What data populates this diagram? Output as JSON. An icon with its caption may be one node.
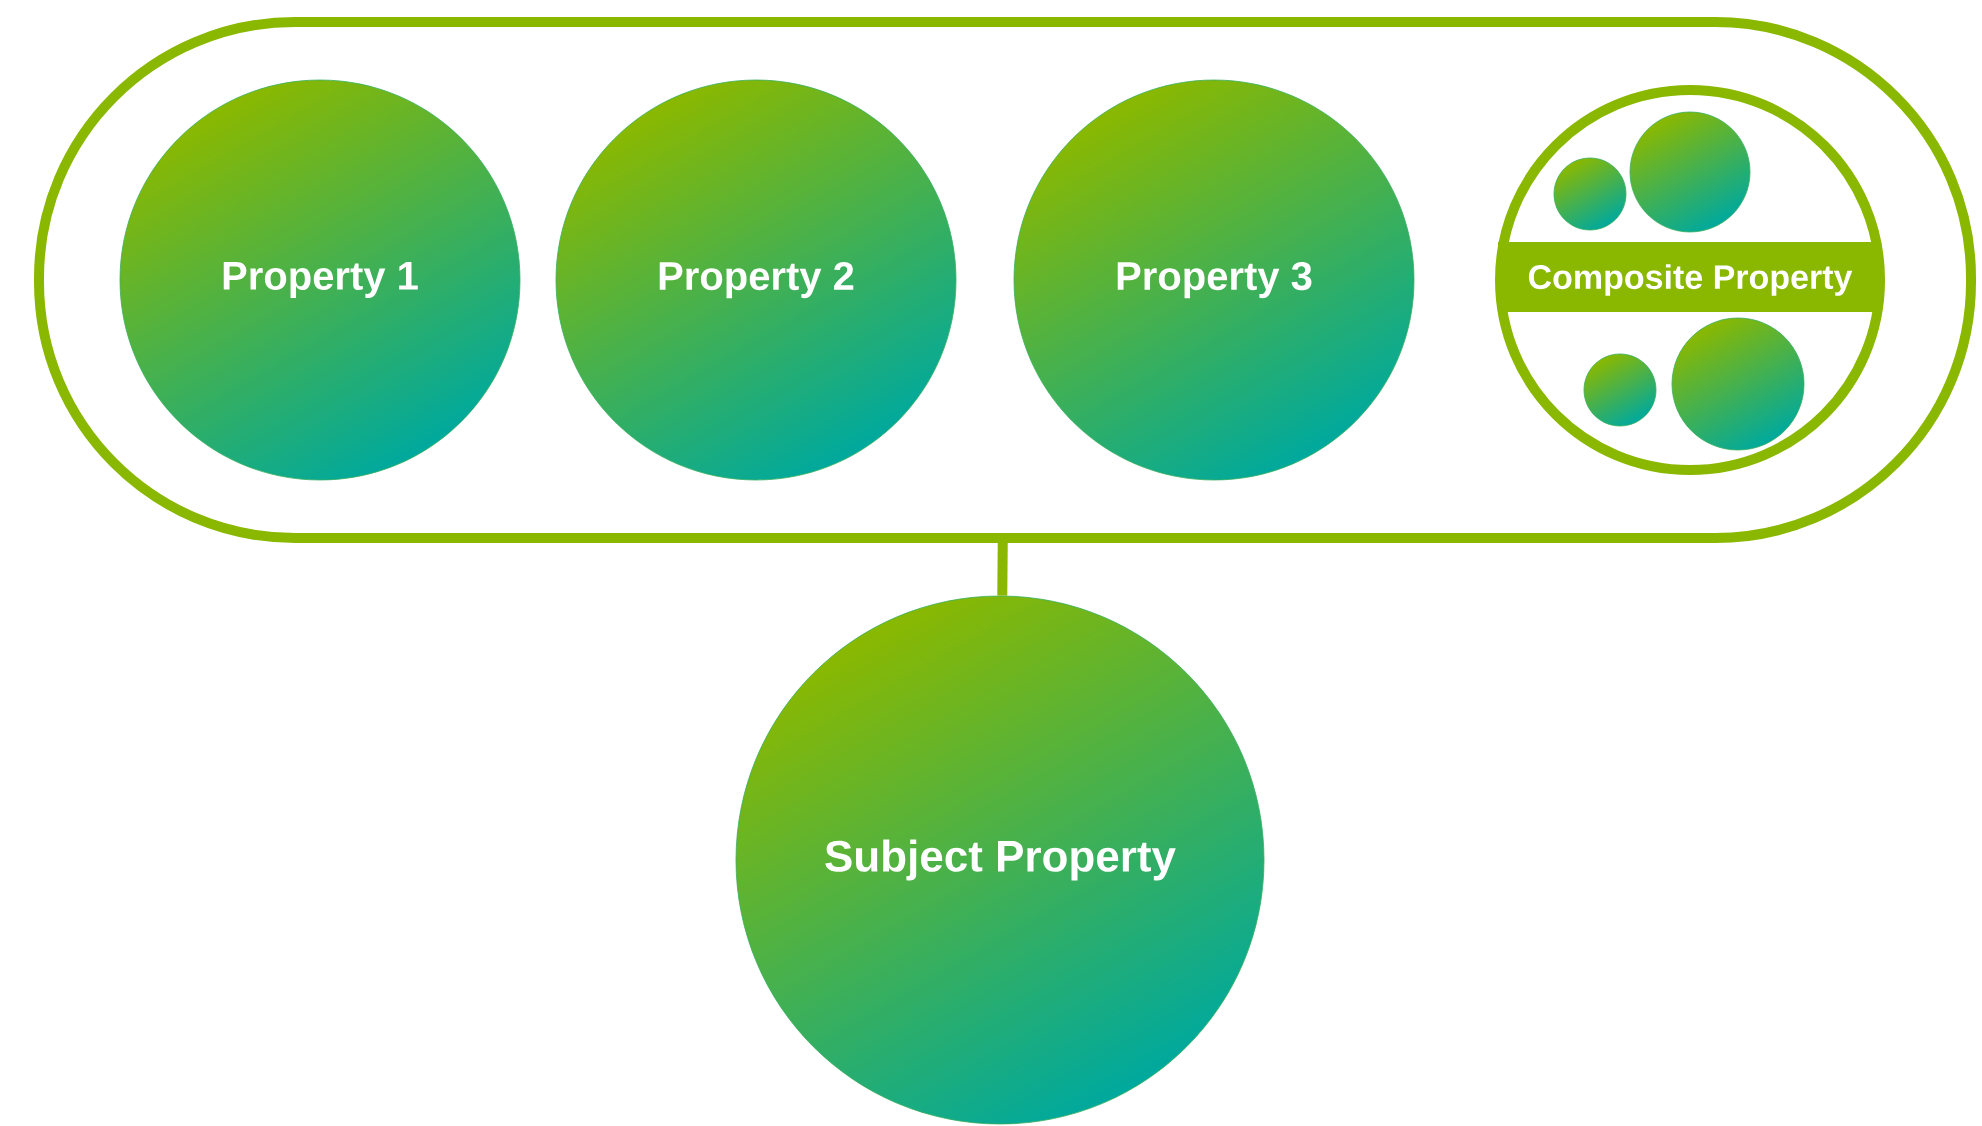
{
  "diagram": {
    "nodes": [
      {
        "text": [],
        "shape": "box"
      },
      {
        "text": [
          "Property 1"
        ],
        "in": 0
      },
      {
        "text": [
          "Property 2"
        ],
        "in": 0
      },
      {
        "text": [
          "Property 3"
        ],
        "in": 0
      },
      {
        "text": [
          "Composite Property"
        ],
        "in": 0
      },
      {
        "text": [],
        "shape": "circle",
        "in": 4
      },
      {
        "text": [],
        "shape": "circle",
        "in": 4
      },
      {
        "text": [],
        "shape": "circle",
        "in": 4
      },
      {
        "text": [],
        "shape": "circle",
        "in": 4
      },
      {
        "text": [
          "Subject Property"
        ]
      }
    ],
    "edges": [
      {
        "from": 0,
        "to": 9,
        "arrow": "none"
      }
    ]
  }
}
